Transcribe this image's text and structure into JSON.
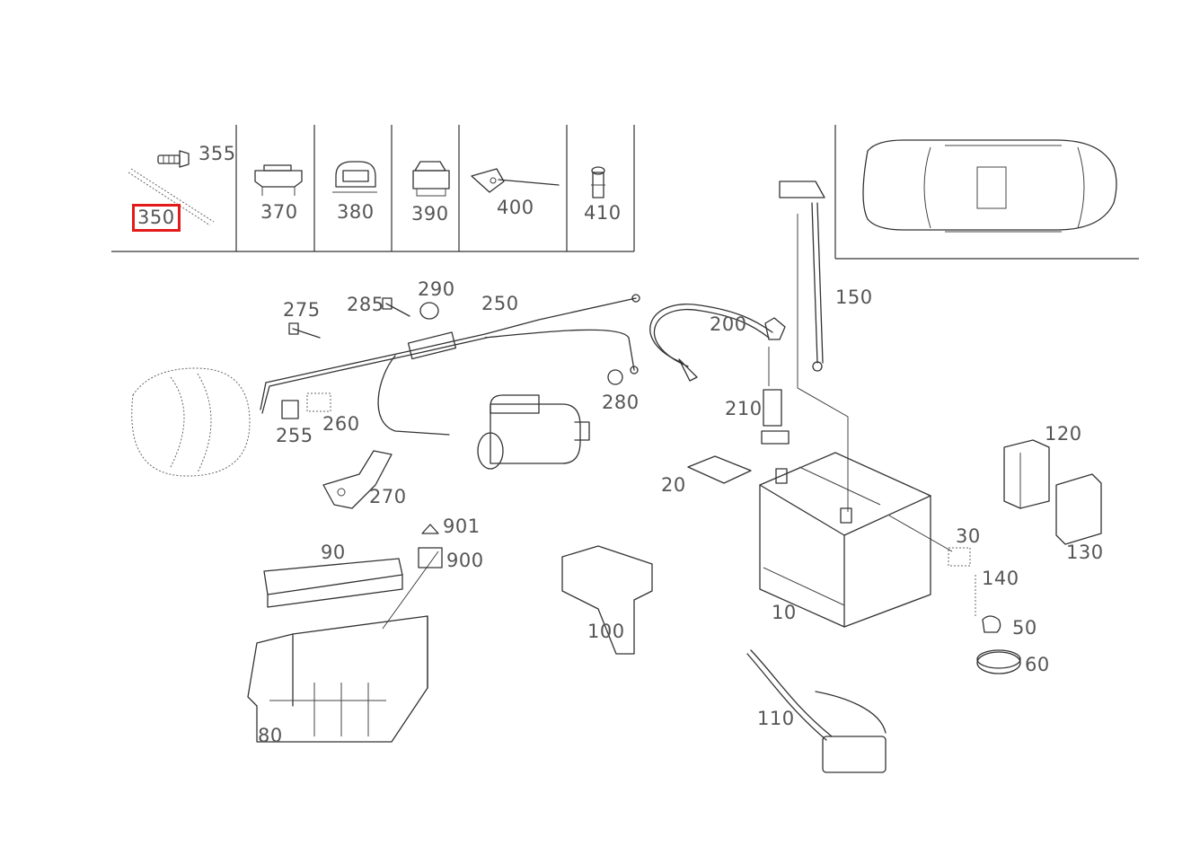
{
  "highlight_color": "#e31a1a",
  "selected_part": "350",
  "inset_parts": [
    {
      "id": "p355",
      "label": "355",
      "icon": "screw-icon"
    },
    {
      "id": "p350",
      "label": "350",
      "icon": "cable-tie-icon",
      "highlighted": true
    },
    {
      "id": "p370",
      "label": "370",
      "icon": "clip-icon"
    },
    {
      "id": "p380",
      "label": "380",
      "icon": "clip-icon"
    },
    {
      "id": "p390",
      "label": "390",
      "icon": "clip-icon"
    },
    {
      "id": "p400",
      "label": "400",
      "icon": "bracket-icon"
    },
    {
      "id": "p410",
      "label": "410",
      "icon": "spacer-icon"
    }
  ],
  "main_parts": [
    {
      "id": "p150",
      "label": "150"
    },
    {
      "id": "p275",
      "label": "275"
    },
    {
      "id": "p285",
      "label": "285"
    },
    {
      "id": "p290",
      "label": "290"
    },
    {
      "id": "p250",
      "label": "250"
    },
    {
      "id": "p200",
      "label": "200"
    },
    {
      "id": "p280",
      "label": "280"
    },
    {
      "id": "p255",
      "label": "255"
    },
    {
      "id": "p260",
      "label": "260"
    },
    {
      "id": "p210",
      "label": "210"
    },
    {
      "id": "p120",
      "label": "120"
    },
    {
      "id": "p270",
      "label": "270"
    },
    {
      "id": "p20",
      "label": "20"
    },
    {
      "id": "p901",
      "label": "901"
    },
    {
      "id": "p900",
      "label": "900"
    },
    {
      "id": "p90",
      "label": "90"
    },
    {
      "id": "p30",
      "label": "30"
    },
    {
      "id": "p130",
      "label": "130"
    },
    {
      "id": "p140",
      "label": "140"
    },
    {
      "id": "p10",
      "label": "10"
    },
    {
      "id": "p100",
      "label": "100"
    },
    {
      "id": "p50",
      "label": "50"
    },
    {
      "id": "p60",
      "label": "60"
    },
    {
      "id": "p110",
      "label": "110"
    },
    {
      "id": "p80",
      "label": "80"
    }
  ]
}
